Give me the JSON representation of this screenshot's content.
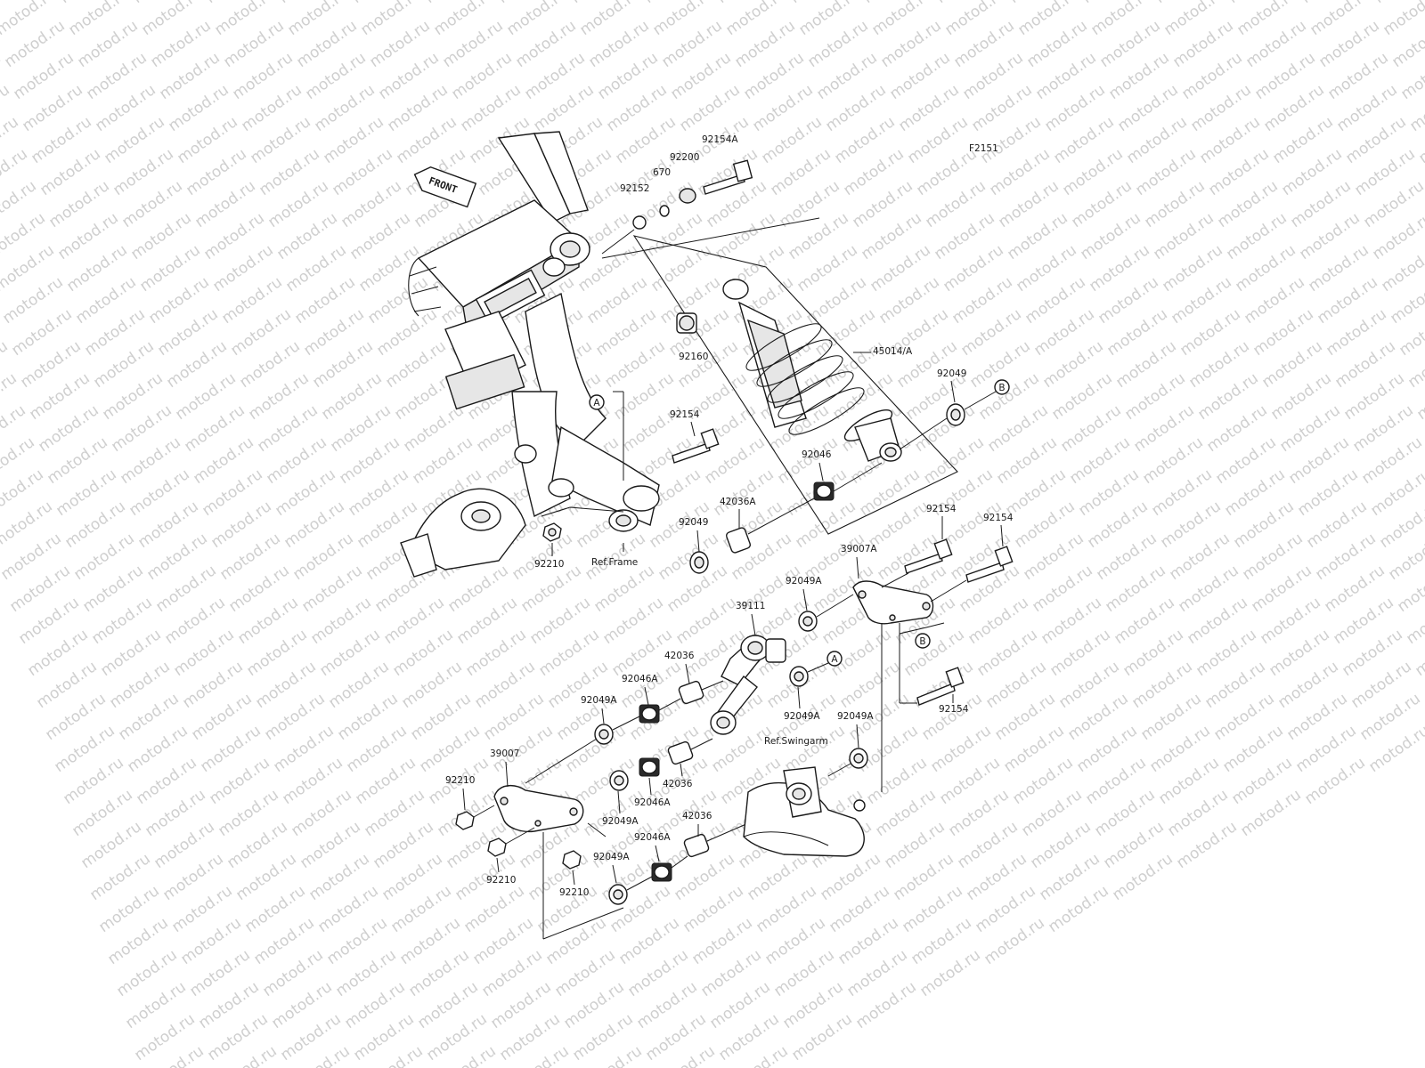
{
  "figure": {
    "code": "F2151",
    "watermark": "motod.ru"
  },
  "arrow": {
    "label": "FRONT"
  },
  "references": {
    "frame": "Ref.Frame",
    "swingarm": "Ref.Swingarm"
  },
  "markers": {
    "A": "A",
    "B": "B"
  },
  "parts": {
    "p92154A": "92154A",
    "p92200": "92200",
    "p670": "670",
    "p92152": "92152",
    "p92160": "92160",
    "p45014A": "45014/A",
    "p92049_top": "92049",
    "p92154_mid": "92154",
    "p92046": "92046",
    "p42036A": "42036A",
    "p92049_mid": "92049",
    "p92210_frame": "92210",
    "p92154_r1": "92154",
    "p92154_r2": "92154",
    "p39007A": "39007A",
    "p92049A_r": "92049A",
    "p92154_r3": "92154",
    "p39111": "39111",
    "p42036_1": "42036",
    "p92046A_1": "92046A",
    "p92049A_1": "92049A",
    "p92049A_2": "92049A",
    "p92049A_3": "92049A",
    "p39007": "39007",
    "p92210_1": "92210",
    "p42036_2": "42036",
    "p92049A_4": "92049A",
    "p92046A_2": "92046A",
    "p42036_3": "42036",
    "p92046A_3": "92046A",
    "p92049A_5": "92049A",
    "p92210_2": "92210",
    "p92210_3": "92210"
  }
}
